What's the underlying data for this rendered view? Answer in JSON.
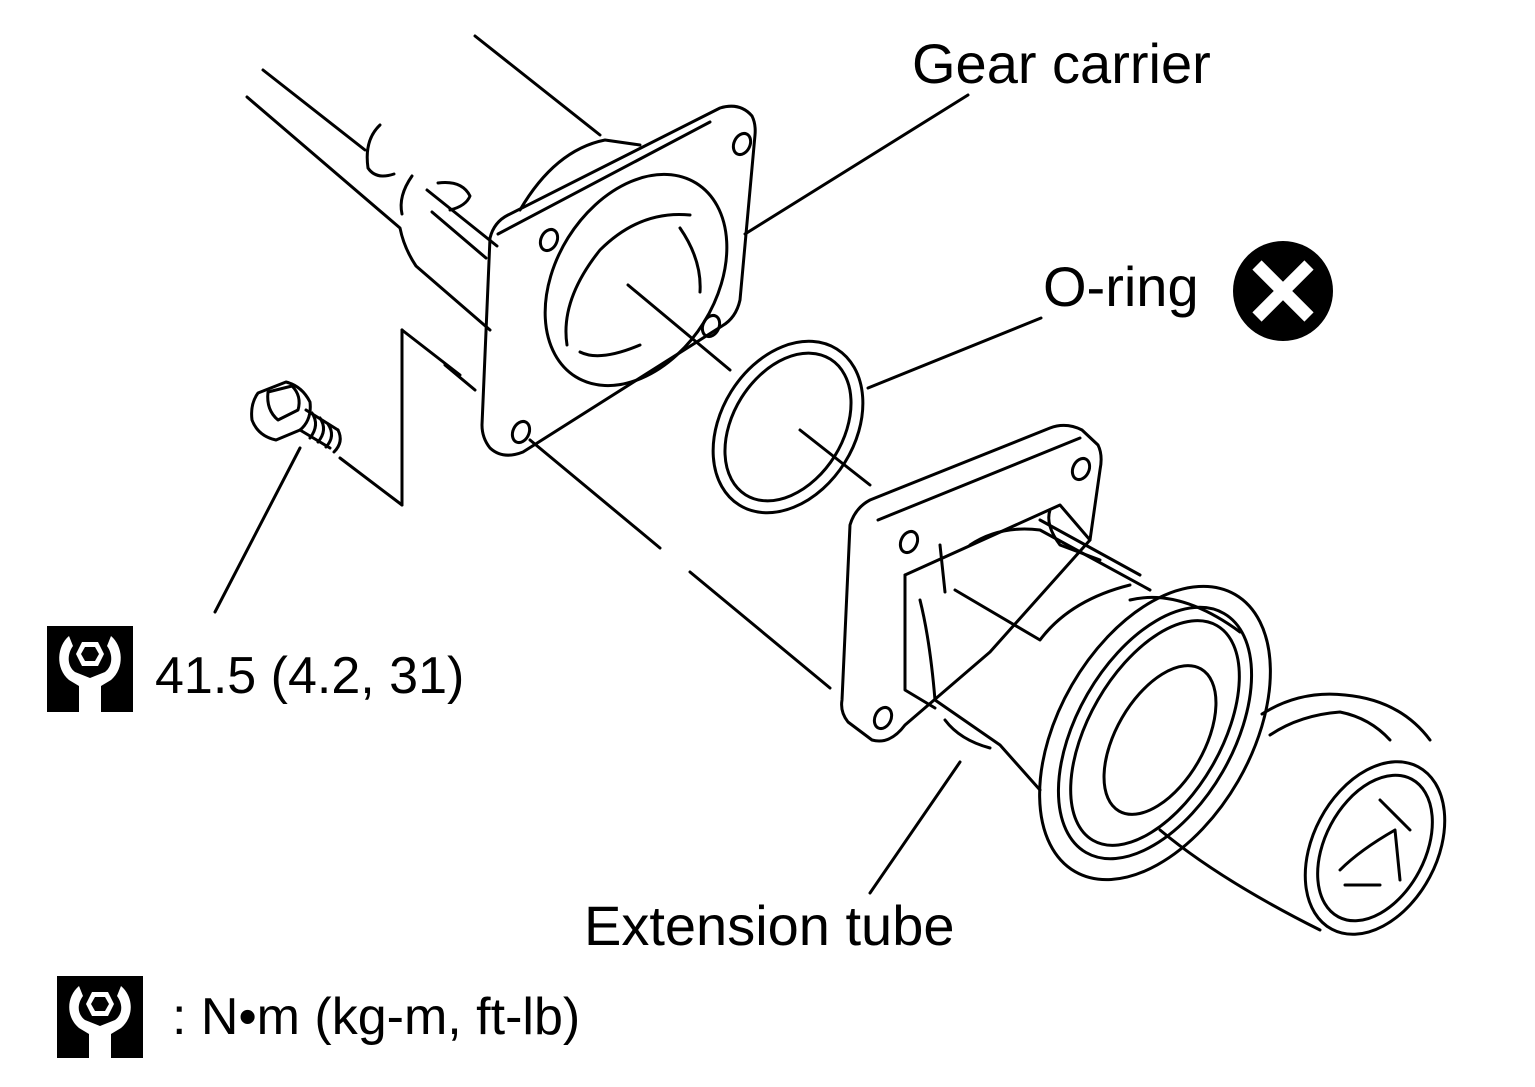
{
  "labels": {
    "gear_carrier": "Gear carrier",
    "o_ring": "O-ring",
    "extension_tube": "Extension tube",
    "torque_value": "41.5 (4.2, 31)",
    "units_legend": ": N•m (kg-m, ft-lb)"
  },
  "icons": {
    "torque": "wrench-icon",
    "do_not_reuse": "x-circle-icon"
  },
  "colors": {
    "line": "#000000",
    "background": "#ffffff"
  }
}
